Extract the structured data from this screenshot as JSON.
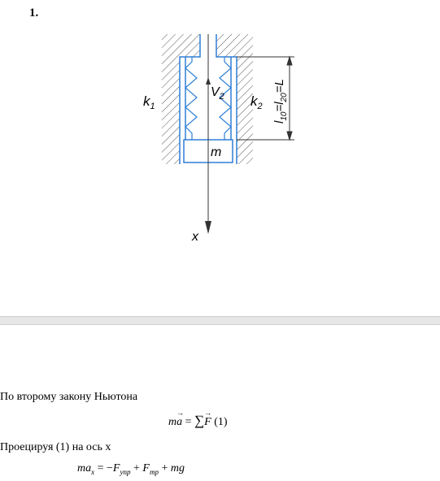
{
  "problem": {
    "number": "1."
  },
  "diagram": {
    "labels": {
      "k1": "k",
      "k1_sub": "1",
      "k2": "k",
      "k2_sub": "2",
      "v2": "V",
      "v2_sub": "2",
      "mass": "m",
      "axis": "x",
      "len_l": "l",
      "len_sub1": "10",
      "len_eq": "=l",
      "len_sub2": "20",
      "len_eq2": "=L"
    },
    "colors": {
      "wall": "#2f7fd6",
      "lines": "#333333"
    }
  },
  "text": {
    "p1": "По второму закону Ньютона",
    "p2": "Проецируя (1) на ось x"
  },
  "eq1": {
    "m": "m",
    "a": "a",
    "sum": "∑",
    "F": "F",
    "tag": "(1)"
  },
  "eq2": {
    "lhs": "ma",
    "lhs_sub": "x",
    "eq": " = −",
    "F1": "F",
    "F1_sub": "упр",
    "plus1": " + ",
    "F2": "F",
    "F2_sub": "тр",
    "plus2": " + ",
    "mg": "mg"
  }
}
